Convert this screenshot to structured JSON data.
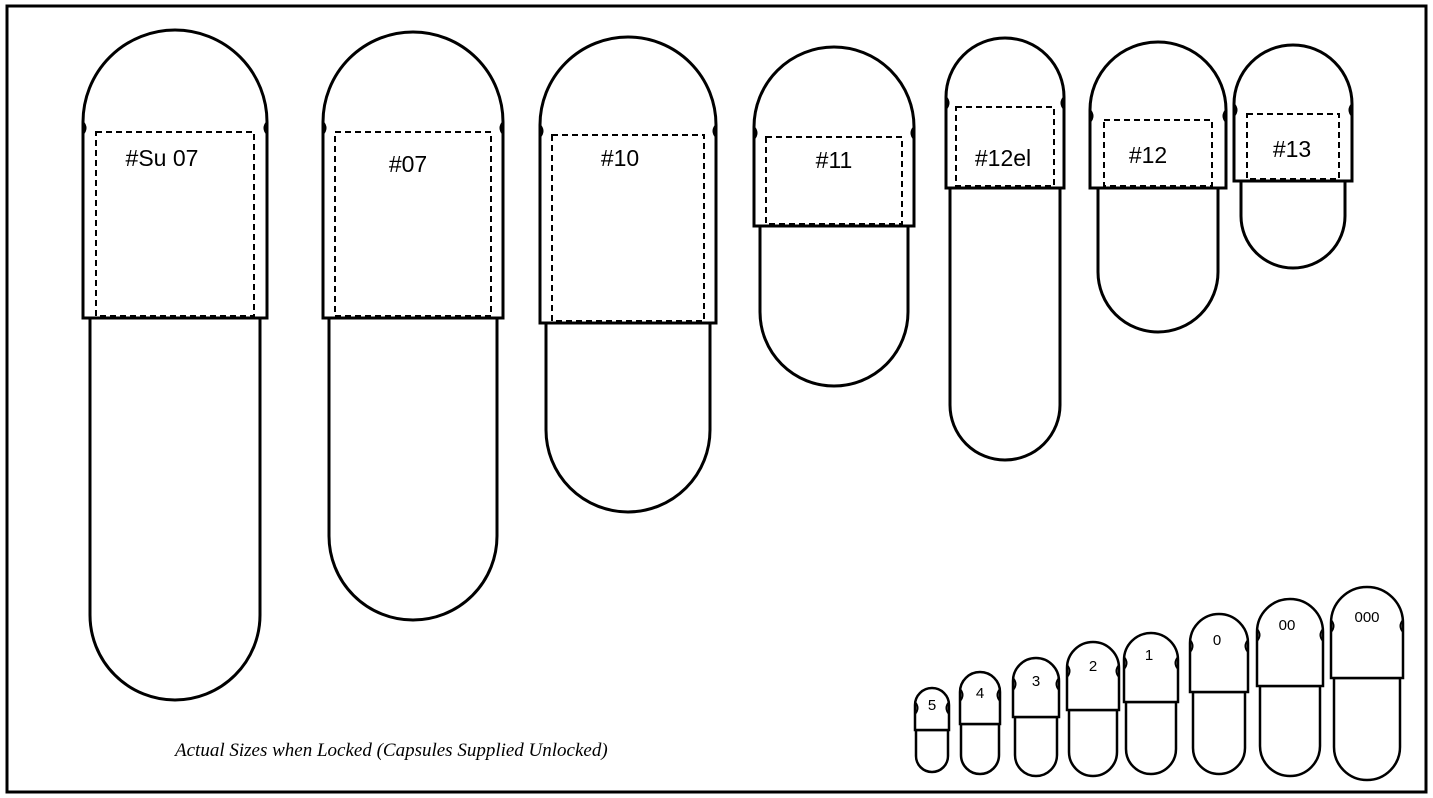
{
  "large_capsules": [
    {
      "size": "#Su 07"
    },
    {
      "size": "#07"
    },
    {
      "size": "#10"
    },
    {
      "size": "#11"
    },
    {
      "size": "#12el"
    },
    {
      "size": "#12"
    },
    {
      "size": "#13"
    }
  ],
  "small_capsules": [
    {
      "size": "5"
    },
    {
      "size": "4"
    },
    {
      "size": "3"
    },
    {
      "size": "2"
    },
    {
      "size": "1"
    },
    {
      "size": "0"
    },
    {
      "size": "00"
    },
    {
      "size": "000"
    }
  ],
  "caption": "Actual Sizes when Locked (Capsules Supplied Unlocked)"
}
